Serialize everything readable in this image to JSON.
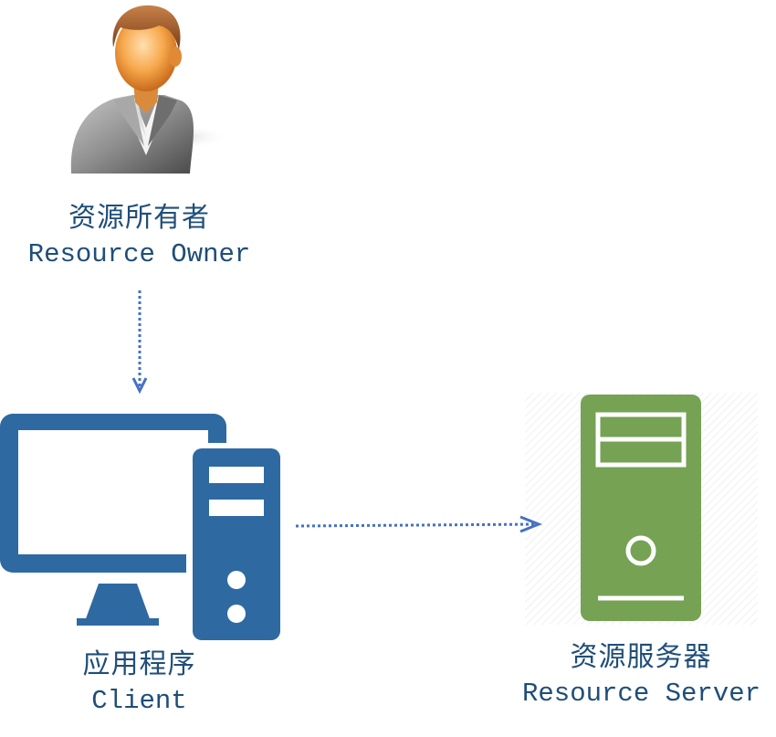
{
  "resource_owner": {
    "label_zh": "资源所有者",
    "label_en": "Resource Owner",
    "icon": "user-avatar-icon"
  },
  "client": {
    "label_zh": "应用程序",
    "label_en": "Client",
    "icon": "desktop-computer-icon"
  },
  "resource_server": {
    "label_zh": "资源服务器",
    "label_en": "Resource Server",
    "icon": "server-tower-icon"
  },
  "colors": {
    "label_text": "#1f4e79",
    "arrow": "#4472c4",
    "client_icon": "#2e6aa1",
    "server_icon": "#76a254",
    "avatar_skin": "#f2a04a",
    "avatar_hair": "#a0522d",
    "avatar_suit": "#8a8a8a"
  },
  "connectors": [
    {
      "from": "resource_owner",
      "to": "client",
      "style": "dotted-arrow"
    },
    {
      "from": "client",
      "to": "resource_server",
      "style": "dotted-arrow"
    }
  ]
}
